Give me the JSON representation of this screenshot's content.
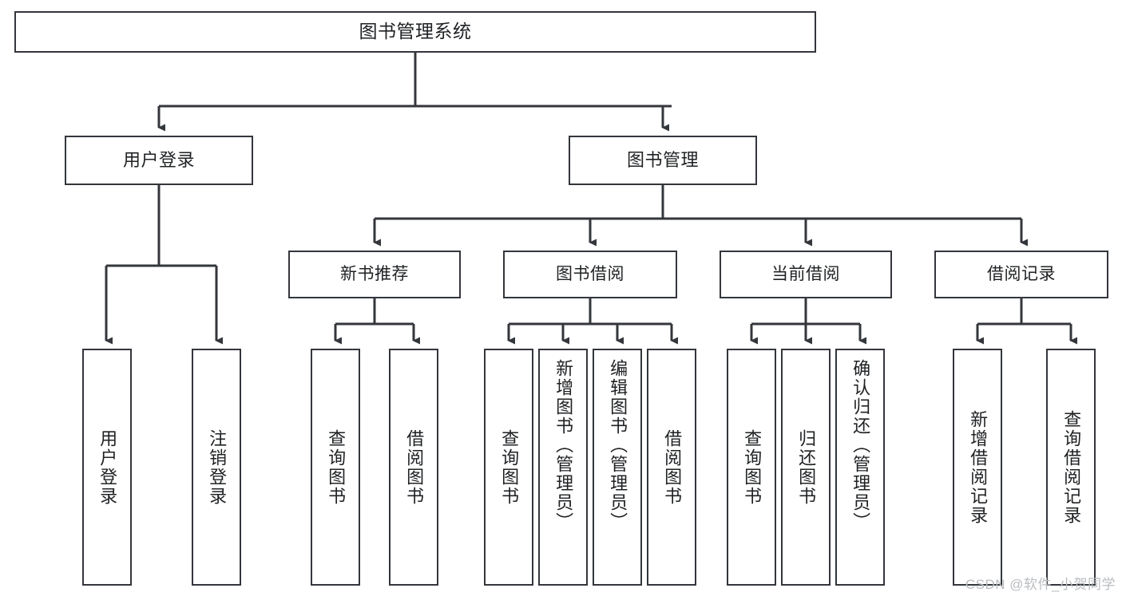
{
  "diagram": {
    "title": "图书管理系统",
    "type": "tree-hierarchy",
    "watermark": "CSDN @软件_小贺同学",
    "root": {
      "id": "root",
      "label": "图书管理系统"
    },
    "level2": [
      {
        "id": "user-login",
        "label": "用户登录"
      },
      {
        "id": "book-manage",
        "label": "图书管理"
      }
    ],
    "level3": [
      {
        "id": "new-book-recommend",
        "label": "新书推荐"
      },
      {
        "id": "book-borrow",
        "label": "图书借阅"
      },
      {
        "id": "current-borrow",
        "label": "当前借阅"
      },
      {
        "id": "borrow-record",
        "label": "借阅记录"
      }
    ],
    "leaves": [
      {
        "id": "leaf-user-login",
        "label": "用户登录",
        "parent": "user-login"
      },
      {
        "id": "leaf-logout-login",
        "label": "注销登录",
        "parent": "user-login"
      },
      {
        "id": "leaf-query-book-1",
        "label": "查询图书",
        "parent": "new-book-recommend"
      },
      {
        "id": "leaf-borrow-book-1",
        "label": "借阅图书",
        "parent": "new-book-recommend"
      },
      {
        "id": "leaf-query-book-2",
        "label": "查询图书",
        "parent": "book-borrow"
      },
      {
        "id": "leaf-add-book",
        "label": "新增图书（管理员）",
        "parent": "book-borrow"
      },
      {
        "id": "leaf-edit-book",
        "label": "编辑图书（管理员）",
        "parent": "book-borrow"
      },
      {
        "id": "leaf-borrow-book-2",
        "label": "借阅图书",
        "parent": "book-borrow"
      },
      {
        "id": "leaf-query-book-3",
        "label": "查询图书",
        "parent": "current-borrow"
      },
      {
        "id": "leaf-return-book",
        "label": "归还图书",
        "parent": "current-borrow"
      },
      {
        "id": "leaf-confirm-return",
        "label": "确认归还（管理员）",
        "parent": "current-borrow"
      },
      {
        "id": "leaf-add-record",
        "label": "新增借阅记录",
        "parent": "borrow-record"
      },
      {
        "id": "leaf-query-record",
        "label": "查询借阅记录",
        "parent": "borrow-record"
      }
    ],
    "colors": {
      "stroke": "#33363b",
      "background": "#ffffff",
      "text": "#1f2123",
      "watermark": "#b9bcc0"
    }
  }
}
